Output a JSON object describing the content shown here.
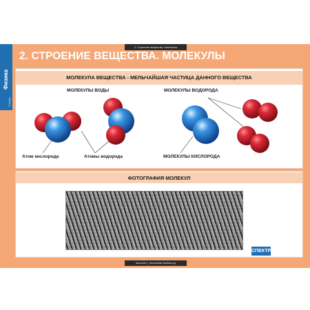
{
  "side": {
    "title": "Физика",
    "subtitle": "7 класс"
  },
  "top_tab": "2. Строение вещества. Молекулы",
  "bottom_tab": "Молекулы вещества. Строение",
  "title": "2. СТРОЕНИЕ ВЕЩЕСТВА. МОЛЕКУЛЫ",
  "band1": "МОЛЕКУЛА ВЕЩЕСТВА - МЕЛЬЧАЙШАЯ ЧАСТИЦА ДАННОГО ВЕЩЕСТВА",
  "labels": {
    "water": "МОЛЕКУЛЫ ВОДЫ",
    "hydrogen_molecules": "МОЛЕКУЛЫ ВОДОРОДА",
    "oxygen_atom": "Атом кислорода",
    "hydrogen_atoms": "Атомы водорода",
    "oxygen_molecules": "МОЛЕКУЛЫ КИСЛОРОДА"
  },
  "band2": "ФОТОГРАФИЯ МОЛЕКУЛ",
  "footer": {
    "logo": "СПЕКТР"
  },
  "colors": {
    "poster": "#f5a775",
    "accent": "#1f6fb2",
    "oxygen": "#2d86d6",
    "hydrogen": "#c21d2a"
  }
}
